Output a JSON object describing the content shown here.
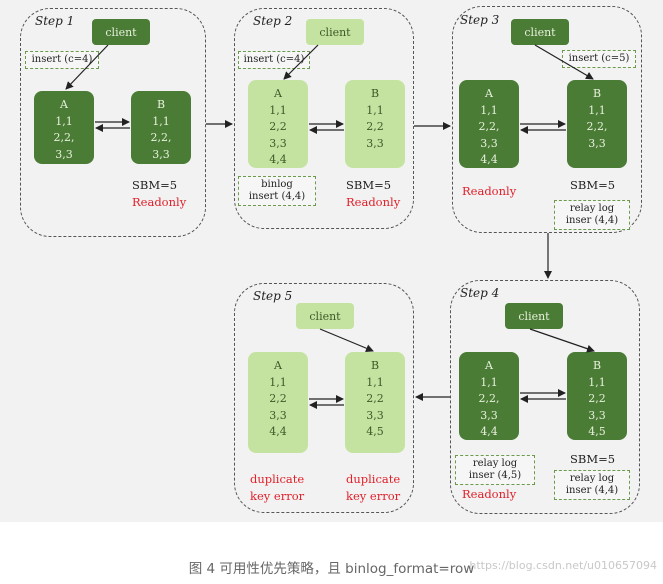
{
  "caption": "图 4 可用性优先策略，且 binlog_format=row",
  "watermark": "https://blog.csdn.net/u010657094",
  "steps": [
    {
      "label": "Step 1",
      "client": "client",
      "write_note": "insert (c=4)",
      "db_a": {
        "name": "A",
        "rows": [
          "1,1",
          "2,2,",
          "3,3"
        ]
      },
      "db_b": {
        "name": "B",
        "rows": [
          "1,1",
          "2,2,",
          "3,3"
        ]
      },
      "sbm": "SBM=5",
      "status": "Readonly"
    },
    {
      "label": "Step 2",
      "client": "client",
      "write_note": "insert (c=4)",
      "db_a": {
        "name": "A",
        "rows": [
          "1,1",
          "2,2",
          "3,3",
          "4,4"
        ]
      },
      "db_b": {
        "name": "B",
        "rows": [
          "1,1",
          "2,2",
          "3,3"
        ]
      },
      "log_note": [
        "binlog",
        "insert (4,4)"
      ],
      "sbm": "SBM=5",
      "status": "Readonly"
    },
    {
      "label": "Step 3",
      "client": "client",
      "write_note": "insert (c=5)",
      "db_a": {
        "name": "A",
        "rows": [
          "1,1",
          "2,2,",
          "3,3",
          "4,4"
        ]
      },
      "db_b": {
        "name": "B",
        "rows": [
          "1,1",
          "2,2,",
          "3,3"
        ]
      },
      "status_a": "Readonly",
      "sbm": "SBM=5",
      "relay_note": [
        "relay log",
        "inser (4,4)"
      ]
    },
    {
      "label": "Step 4",
      "client": "client",
      "db_a": {
        "name": "A",
        "rows": [
          "1,1",
          "2,2,",
          "3,3",
          "4,4"
        ]
      },
      "db_b": {
        "name": "B",
        "rows": [
          "1,1",
          "2,2",
          "3,3",
          "4,5"
        ]
      },
      "relay_note_a": [
        "relay log",
        "inser (4,5)"
      ],
      "status_a": "Readonly",
      "sbm": "SBM=5",
      "relay_note_b": [
        "relay log",
        "inser (4,4)"
      ]
    },
    {
      "label": "Step 5",
      "client": "client",
      "db_a": {
        "name": "A",
        "rows": [
          "1,1",
          "2,2",
          "3,3",
          "4,4"
        ]
      },
      "db_b": {
        "name": "B",
        "rows": [
          "1,1",
          "2,2",
          "3,3",
          "4,5"
        ]
      },
      "error_a": [
        "duplicate",
        "key error"
      ],
      "error_b": [
        "duplicate",
        "key error"
      ]
    }
  ]
}
